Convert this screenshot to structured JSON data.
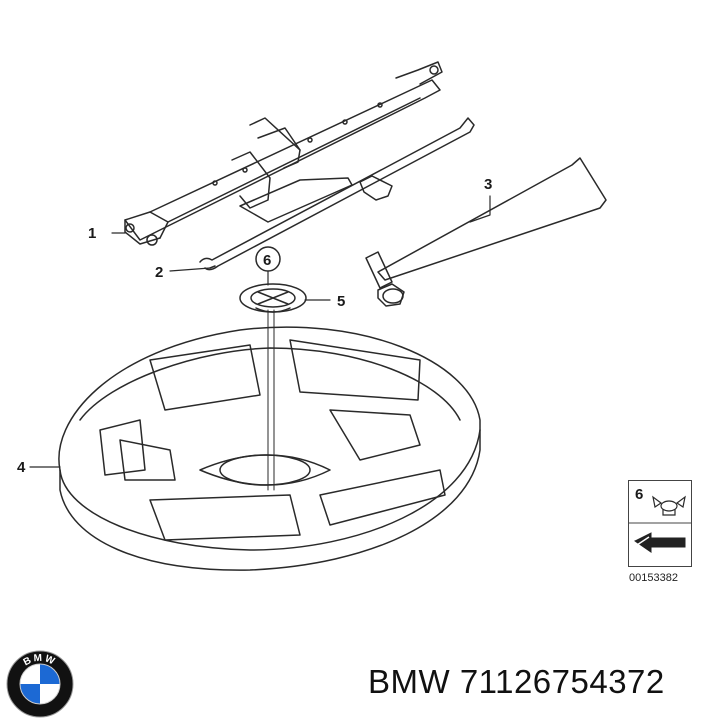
{
  "callouts": {
    "c1": "1",
    "c2": "2",
    "c3": "3",
    "c4": "4",
    "c5": "5",
    "c6": "6"
  },
  "reference_box": {
    "label": "6",
    "code": "00153382"
  },
  "footer": {
    "brand": "BMW",
    "part_number": "71126754372",
    "logo_text": "BMW"
  },
  "colors": {
    "line": "#2a2a2a",
    "logo_blue": "#1c69d4",
    "logo_ring": "#111111"
  }
}
